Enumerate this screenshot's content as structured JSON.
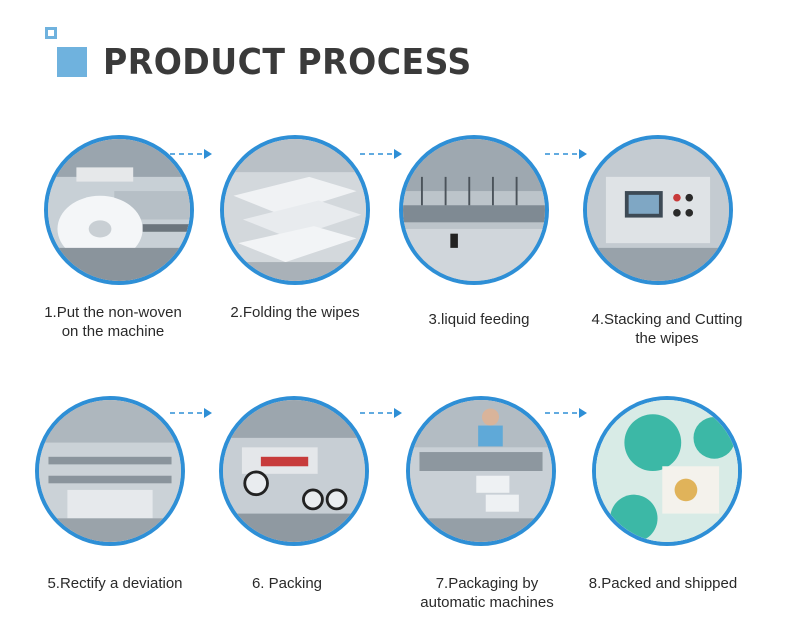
{
  "header": {
    "title": "PRODUCT PROCESS"
  },
  "colors": {
    "accent": "#2e8fd6",
    "logo": "#6fb2de"
  },
  "steps": [
    {
      "caption": "1.Put the non-woven\non the machine"
    },
    {
      "caption": "2.Folding the wipes"
    },
    {
      "caption": "3.liquid feeding"
    },
    {
      "caption": "4.Stacking and Cutting\nthe wipes"
    },
    {
      "caption": "5.Rectify a deviation"
    },
    {
      "caption": "6. Packing"
    },
    {
      "caption": "7.Packaging by\nautomatic machines"
    },
    {
      "caption": "8.Packed and shipped"
    }
  ]
}
